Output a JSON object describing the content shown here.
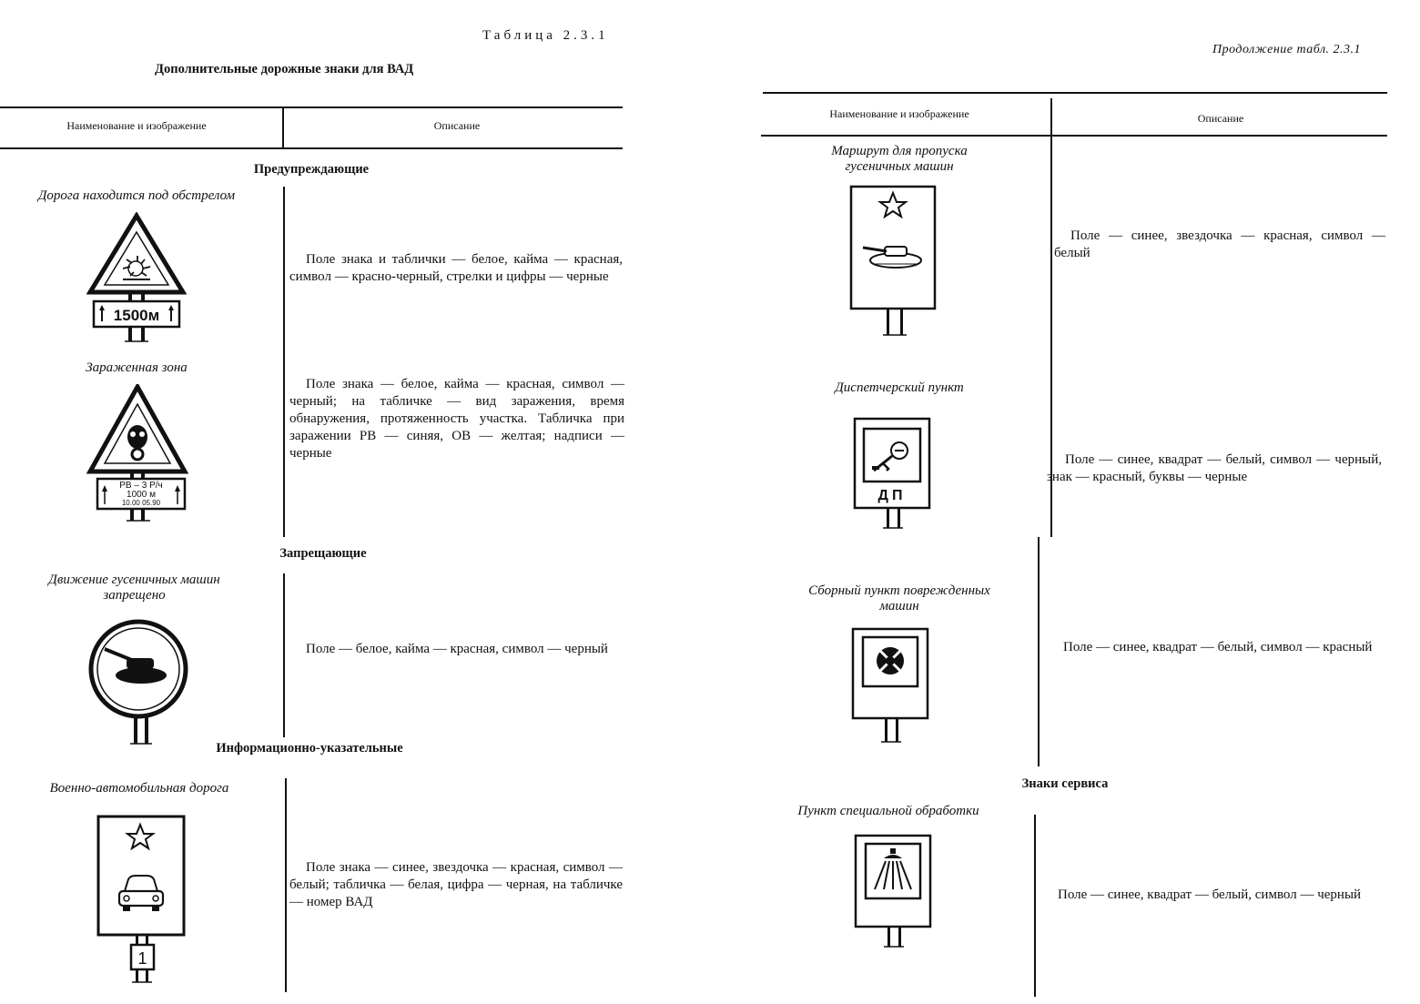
{
  "left": {
    "table_number": "Таблица 2.3.1",
    "caption": "Дополнительные дорожные знаки для ВАД",
    "col_name": "Наименование и изображение",
    "col_desc": "Описание",
    "sections": {
      "warning": "Предупреждающие",
      "prohibitory": "Запрещающие",
      "informational": "Информационно-указательные"
    },
    "rows": [
      {
        "name": "Дорога находится под обстрелом",
        "plate": "1500м",
        "desc": "Поле знака и таблички — белое, кайма — красная, символ — красно-черный, стрелки и цифры — черные"
      },
      {
        "name": "Зараженная зона",
        "plate_lines": [
          "РВ – 3 Р/ч",
          "1000 м",
          "10.00 05.90"
        ],
        "desc": "Поле знака — белое, кайма — красная, символ — черный; на табличке — вид заражения, время обнаружения, протяженность участка. Табличка при заражении РВ — синяя, ОВ — желтая; надписи — черные"
      },
      {
        "name": "Движение гусеничных машин запрещено",
        "desc": "Поле — белое, кайма — красная, символ — черный"
      },
      {
        "name": "Военно-автомобильная дорога",
        "plate": "1",
        "desc": "Поле знака — синее, звездочка — красная, символ — белый; табличка — белая, цифра — черная, на табличке — номер ВАД"
      }
    ]
  },
  "right": {
    "continuation": "Продолжение табл. 2.3.1",
    "col_name": "Наименование и изображение",
    "col_desc": "Описание",
    "sections": {
      "service": "Знаки сервиса"
    },
    "rows": [
      {
        "name": "Маршрут для пропуска гусеничных машин",
        "desc": "Поле — синее, звездочка — красная, символ — белый"
      },
      {
        "name": "Диспетчерский пункт",
        "sign_text": "ДП",
        "desc": "Поле — синее, квадрат — белый, символ — черный, знак — красный, буквы — черные"
      },
      {
        "name": "Сборный пункт поврежденных машин",
        "desc": "Поле — синее, квадрат — белый, символ — красный"
      },
      {
        "name": "Пункт специальной обработки",
        "desc": "Поле — синее, квадрат — белый, символ — черный"
      }
    ]
  }
}
